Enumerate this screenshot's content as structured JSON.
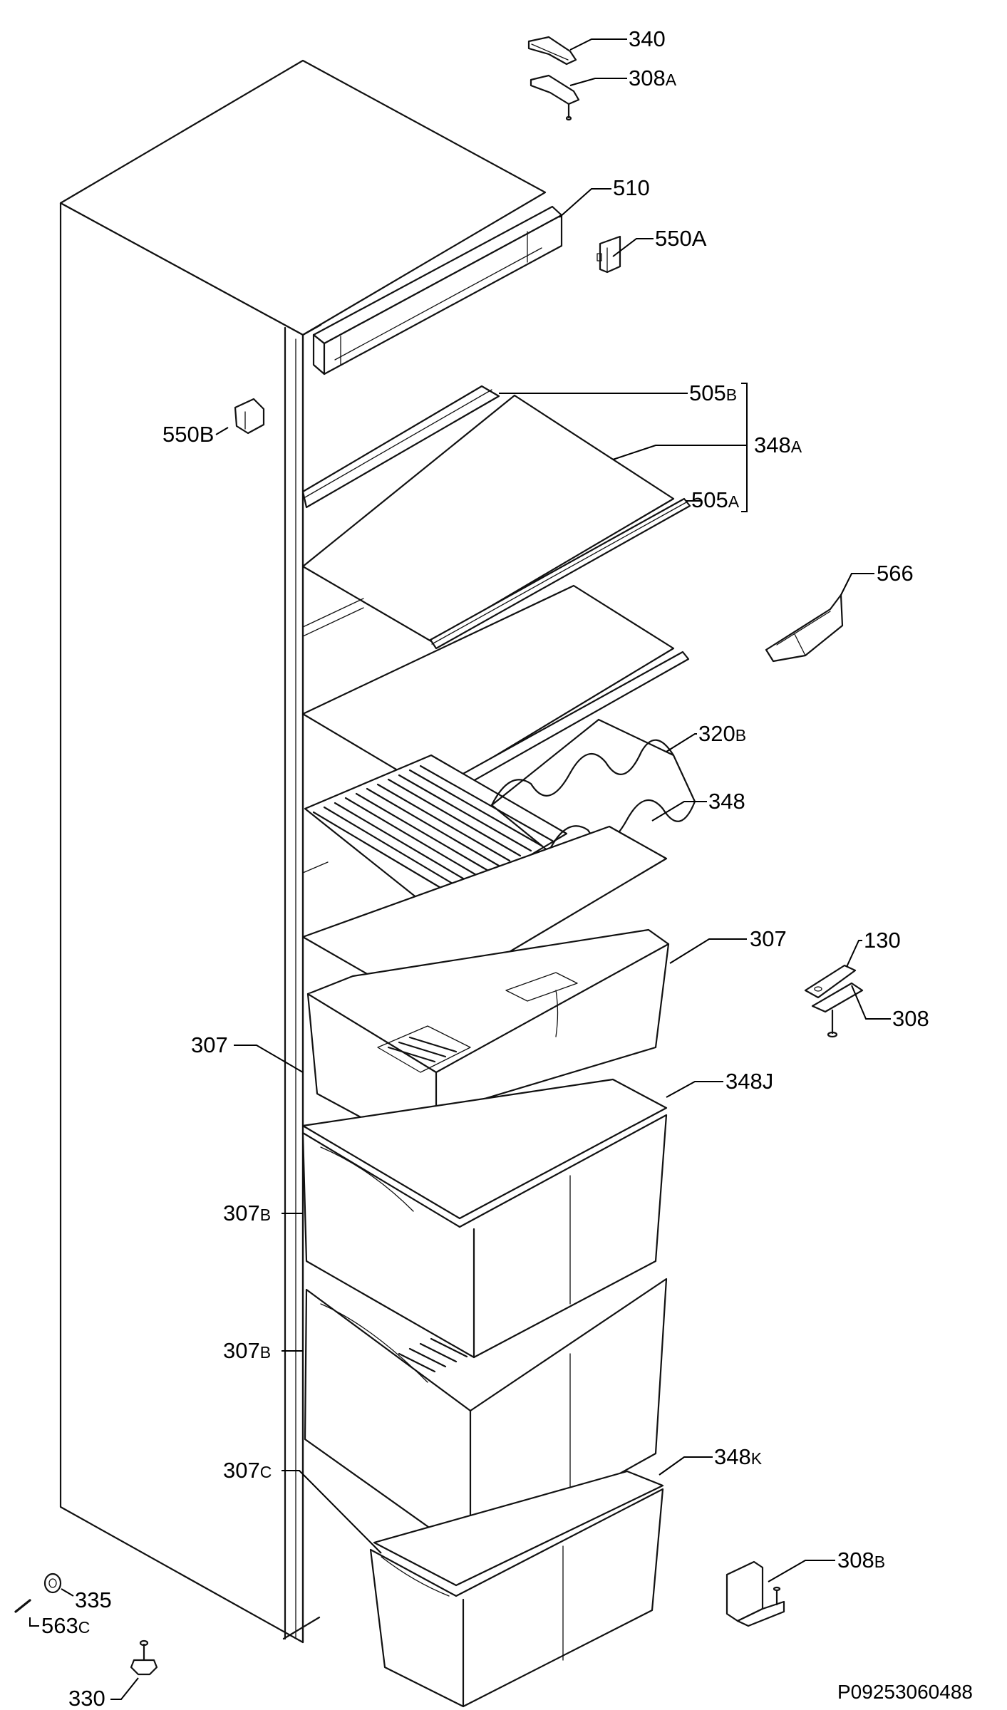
{
  "diagram": {
    "document_code": "P09253060488",
    "callouts": [
      {
        "id": "340",
        "main": "340",
        "suffix": ""
      },
      {
        "id": "308A",
        "main": "308",
        "suffix": "A"
      },
      {
        "id": "510",
        "main": "510",
        "suffix": ""
      },
      {
        "id": "550A",
        "main": "550A",
        "suffix": ""
      },
      {
        "id": "505B",
        "main": "505",
        "suffix": "B"
      },
      {
        "id": "348A",
        "main": "348",
        "suffix": "A"
      },
      {
        "id": "505A",
        "main": "505",
        "suffix": "A"
      },
      {
        "id": "550B",
        "main": "550B",
        "suffix": ""
      },
      {
        "id": "566",
        "main": "566",
        "suffix": ""
      },
      {
        "id": "320B",
        "main": "320",
        "suffix": "B"
      },
      {
        "id": "348",
        "main": "348",
        "suffix": ""
      },
      {
        "id": "307-right",
        "main": "307",
        "suffix": ""
      },
      {
        "id": "130",
        "main": "130",
        "suffix": ""
      },
      {
        "id": "308",
        "main": "308",
        "suffix": ""
      },
      {
        "id": "307-left",
        "main": "307",
        "suffix": ""
      },
      {
        "id": "348J",
        "main": "348J",
        "suffix": ""
      },
      {
        "id": "307B-upper",
        "main": "307",
        "suffix": "B"
      },
      {
        "id": "307B-lower",
        "main": "307",
        "suffix": "B"
      },
      {
        "id": "307C",
        "main": "307",
        "suffix": "C"
      },
      {
        "id": "348K",
        "main": "348",
        "suffix": "K"
      },
      {
        "id": "308B",
        "main": "308",
        "suffix": "B"
      },
      {
        "id": "335",
        "main": "335",
        "suffix": ""
      },
      {
        "id": "563C",
        "main": "563",
        "suffix": "C"
      },
      {
        "id": "330",
        "main": "330",
        "suffix": ""
      }
    ]
  }
}
